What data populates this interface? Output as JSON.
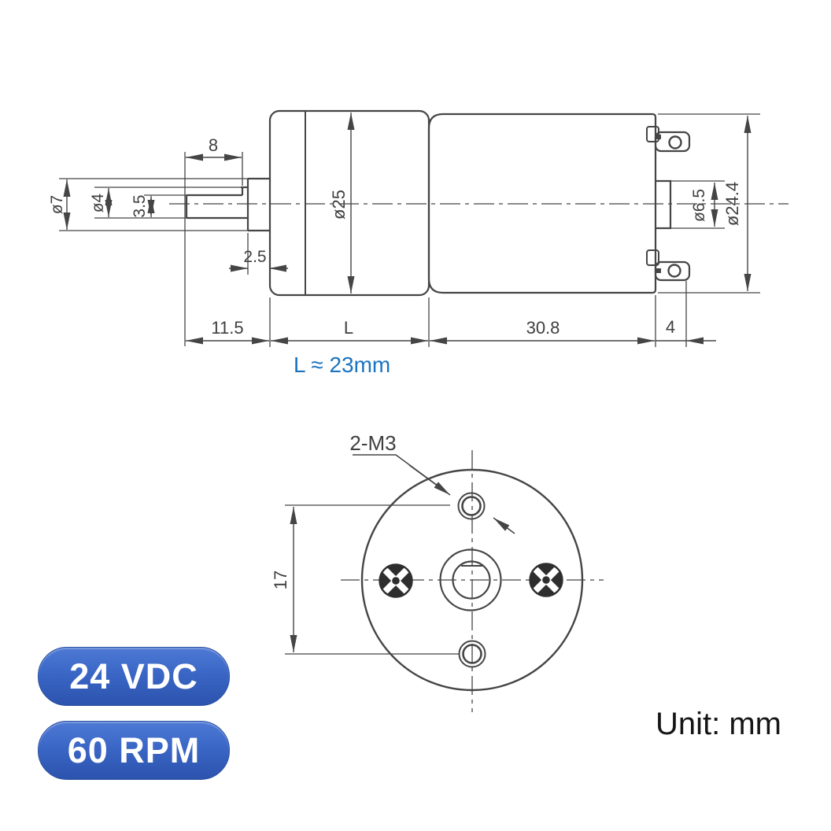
{
  "drawing": {
    "side_view": {
      "flat_length": "8",
      "collar_dia": "ø7",
      "shaft_dia": "ø4",
      "shaft_flat": "3.5",
      "collar_width": "2.5",
      "gearbox_dia": "ø25",
      "shaft_protrusion": "11.5",
      "gearbox_length": "L",
      "motor_length": "30.8",
      "boss_length": "4",
      "boss_dia": "ø6.5",
      "motor_dia": "ø24.4"
    },
    "front_view": {
      "holes_label": "2-M3",
      "hole_spacing": "17"
    },
    "note": "L ≈ 23mm",
    "unit_label": "Unit: mm"
  },
  "badges": {
    "voltage": "24 VDC",
    "speed": "60 RPM"
  },
  "colors": {
    "line": "#454545",
    "note_blue": "#1a74bf",
    "badge_top": "#4e7ad5",
    "badge_bottom": "#2c53ad",
    "screw": "#2e2e2e"
  }
}
